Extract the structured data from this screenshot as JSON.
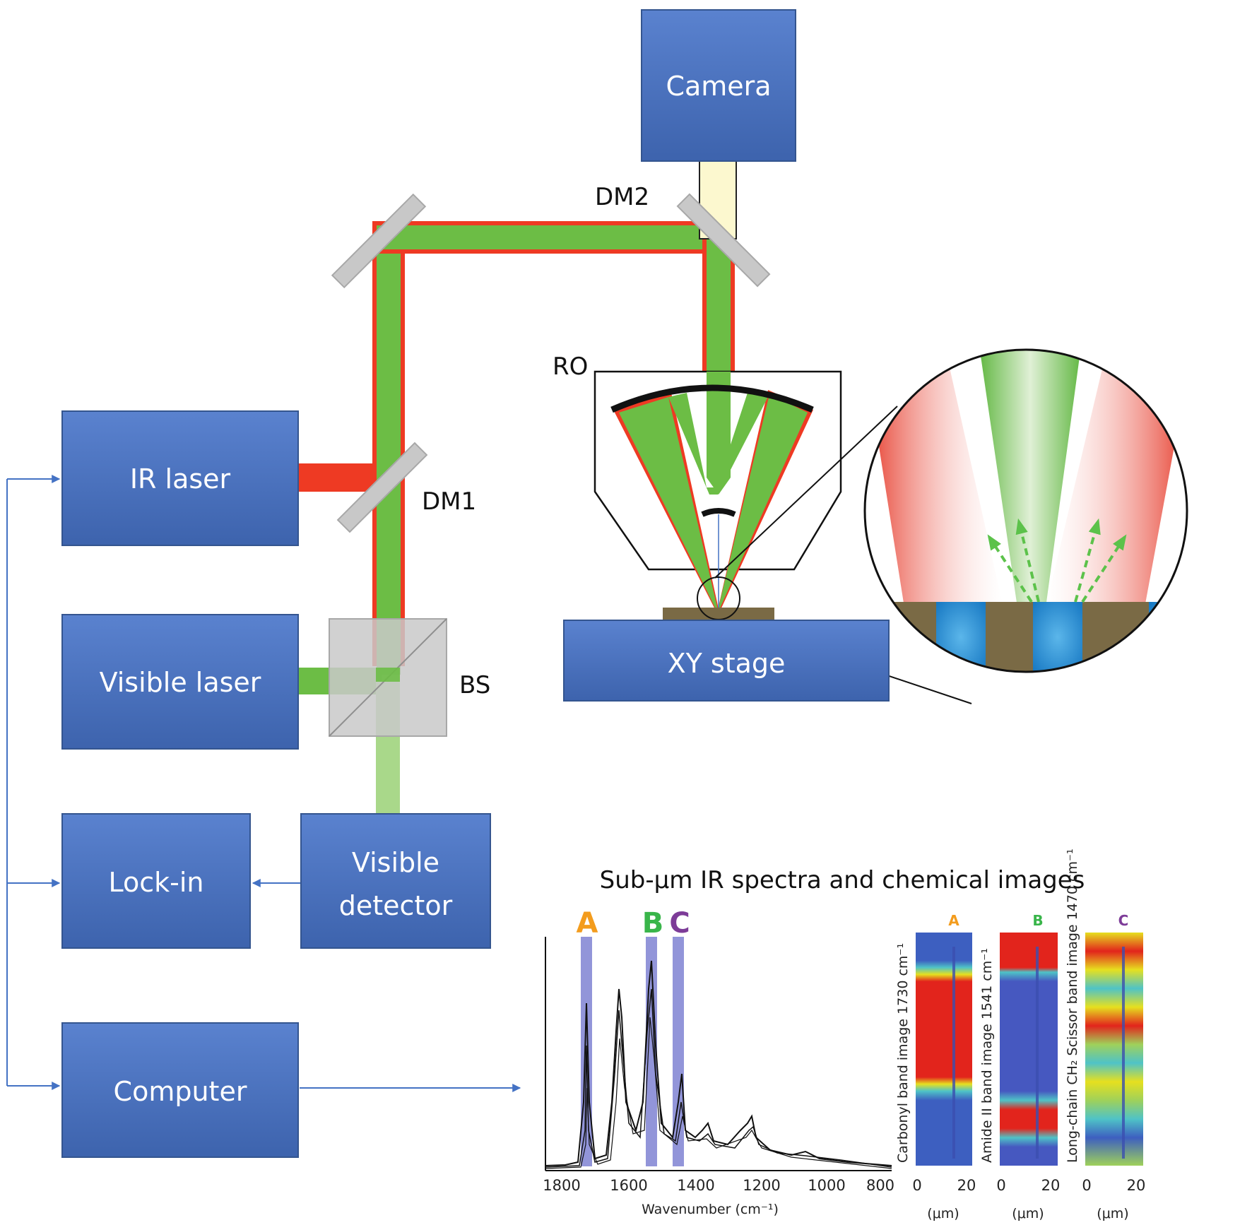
{
  "boxes": {
    "camera": "Camera",
    "ir_laser": "IR laser",
    "visible_laser": "Visible laser",
    "lock_in": "Lock-in",
    "visible_detector_line1": "Visible",
    "visible_detector_line2": "detector",
    "computer": "Computer",
    "xy_stage": "XY stage"
  },
  "labels": {
    "dm1": "DM1",
    "dm2": "DM2",
    "ro": "RO",
    "bs": "BS"
  },
  "colors": {
    "box_fill": "#4a72c0",
    "ir_beam": "#ee3a23",
    "visible_beam": "#6cbd45",
    "mirror": "#c8c8c8",
    "sample": "#7a6a45",
    "arrow": "#4472c4"
  },
  "results": {
    "title": "Sub-μm IR spectra and chemical images",
    "band_letters": [
      "A",
      "B",
      "C"
    ],
    "band_colors": [
      "#f39c1d",
      "#39b54a",
      "#7d3c98"
    ],
    "spectrum": {
      "x_ticks": [
        "1800",
        "1600",
        "1400",
        "1200",
        "1000",
        "800"
      ],
      "xlabel": "Wavenumber (cm⁻¹)"
    },
    "images": [
      {
        "letter": "A",
        "side_label": "Carbonyl band image 1730 cm⁻¹",
        "ticks": [
          "0",
          "20"
        ],
        "unit": "(μm)"
      },
      {
        "letter": "B",
        "side_label": "Amide II band image 1541 cm⁻¹",
        "ticks": [
          "0",
          "20"
        ],
        "unit": "(μm)"
      },
      {
        "letter": "C",
        "side_label": "Long-chain CH₂ Scissor band image 1470 cm⁻¹",
        "ticks": [
          "0",
          "20"
        ],
        "unit": "(μm)"
      }
    ]
  }
}
